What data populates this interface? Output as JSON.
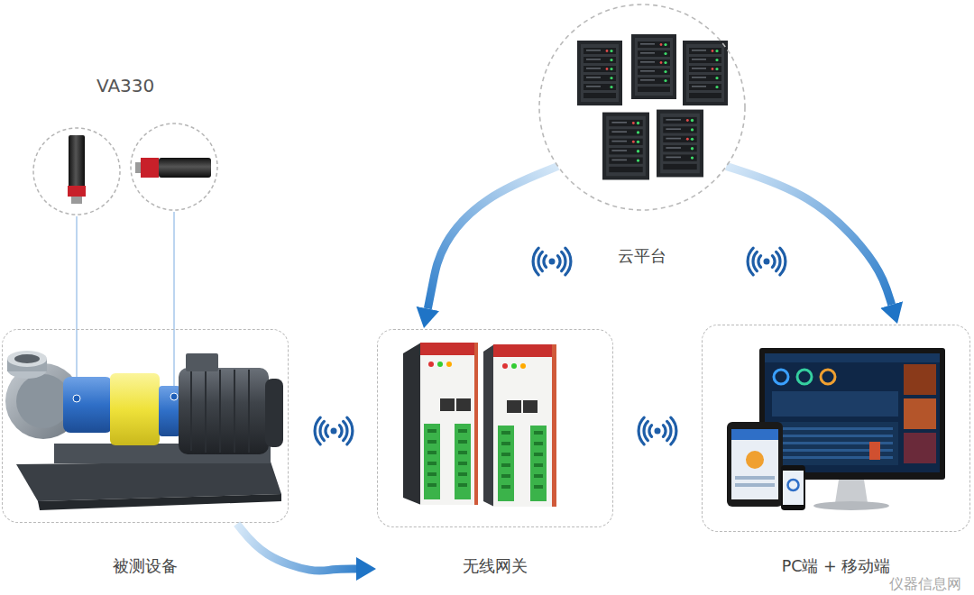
{
  "diagram": {
    "nodes": [
      {
        "text": [
          "云平台"
        ]
      },
      {
        "text": [
          "被测设备"
        ]
      },
      {
        "text": [
          "无线网关"
        ]
      },
      {
        "text": [
          "PC端 + 移动端"
        ]
      }
    ],
    "edges": [
      {
        "from": 0,
        "to": 2,
        "arrow": "to"
      },
      {
        "from": 0,
        "to": 3,
        "arrow": "to"
      },
      {
        "from": 1,
        "to": 2,
        "arrow": "to"
      }
    ],
    "labels": [
      "VA330",
      "仪器信息网"
    ]
  }
}
